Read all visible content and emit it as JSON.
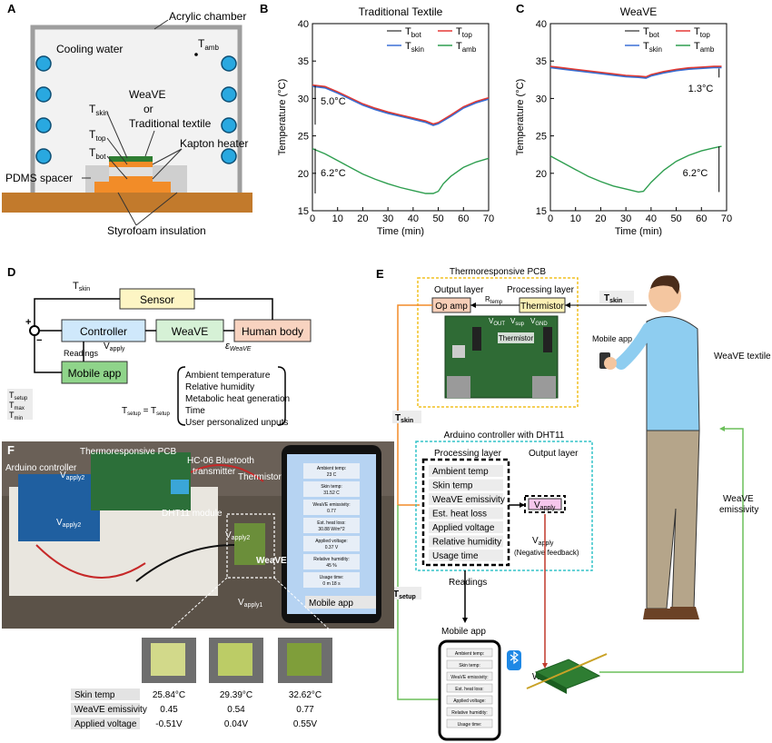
{
  "panels": {
    "A": {
      "letter": "A",
      "acrylic": "Acrylic chamber",
      "cooling": "Cooling water",
      "tamb": "T",
      "tamb_sub": "amb",
      "weave": "WeaVE",
      "or": "or",
      "trad": "Traditional textile",
      "tskin": "T",
      "tskin_sub": "skin",
      "ttop": "T",
      "ttop_sub": "top",
      "tbot": "T",
      "tbot_sub": "bot",
      "kapton": "Kapton heater",
      "pdms": "PDMS spacer",
      "styro": "Styrofoam insulation"
    },
    "B": {
      "letter": "B"
    },
    "C": {
      "letter": "C"
    },
    "D": {
      "letter": "D",
      "tskin": "T",
      "tskin_sub": "skin",
      "sensor": "Sensor",
      "controller": "Controller",
      "weave": "WeaVE",
      "human": "Human body",
      "vapply": "V",
      "vapply_sub": "apply",
      "eps": "ε",
      "eps_sub": "WeaVE",
      "readings": "Readings",
      "mobile": "Mobile app",
      "plus": "+",
      "minus": "−",
      "tsetup": "T",
      "tsetup_sub": "setup",
      "tmax": "T",
      "tmax_sub": "max",
      "tmin": "T",
      "tmin_sub": "min",
      "eq_left": "T",
      "eq_left_sub": "setup",
      "eq_mid": " = T",
      "eq_mid_sub": "setup",
      "list": [
        "Ambient temperature",
        "Relative humidity",
        "Metabolic heat generation",
        "Time",
        "User personalized unputs"
      ]
    },
    "E": {
      "letter": "E",
      "pcb_title": "Thermoresponsive PCB",
      "output_layer": "Output layer",
      "processing_layer": "Processing layer",
      "opamp": "Op amp",
      "thermistor": "Thermistor",
      "rtemp": "R",
      "rtemp_sub": "temp",
      "tskin_bold": "T",
      "tskin_bold_sub": "skin",
      "pcb_vout": "V",
      "pcb_vout_sub": "OUT",
      "pcb_vsup": "V",
      "pcb_vsup_sub": "sup",
      "pcb_vgnd": "V",
      "pcb_vgnd_sub": "GND",
      "pcb_thermistor": "Thermistor",
      "tskin_left": "T",
      "tskin_left_sub": "skin",
      "arduino_title": "Arduino controller with DHT11",
      "proc_layer2": "Processing layer",
      "out_layer2": "Output layer",
      "items": [
        "Ambient temp",
        "Skin temp",
        "WeaVE emissivity",
        "Est. heat loss",
        "Applied voltage",
        "Relative humidity",
        "Usage time"
      ],
      "vapply": "V",
      "vapply_sub": "apply",
      "vapply2": "V",
      "vapply2_sub": "apply",
      "neg_feedback": "(Negative feedback)",
      "readings": "Readings",
      "tsetup": "T",
      "tsetup_sub": "setup",
      "mobile_app": "Mobile app",
      "phone_items": [
        "Ambient temp:",
        "Skin temp:",
        "WeaVE emissivity:",
        "Est. heat loss:",
        "Applied voltage:",
        "Relative humidity:",
        "Usage time:"
      ],
      "weave": "WeaVE",
      "mobile_app_person": "Mobile app",
      "weave_textile": "WeaVE textile",
      "weave_emis1": "WeaVE",
      "weave_emis2": "emissivity"
    },
    "F": {
      "letter": "F",
      "arduino": "Arduino controller",
      "pcb": "Thermoresponsive PCB",
      "hc06a": "HC-06 Bluetooth",
      "hc06b": "transmitter",
      "thermistor": "Thermistor",
      "dht11": "DHT11 module",
      "vapply1": "V",
      "vapply1_sub": "apply1",
      "vapply2": "V",
      "vapply2_sub": "apply2",
      "weave": "WeaVE",
      "mobile_app": "Mobile app",
      "phone": [
        {
          "k": "Ambient temp:",
          "v": "23 C"
        },
        {
          "k": "Skin temp:",
          "v": "31.52 C"
        },
        {
          "k": "WeaVE emissivity:",
          "v": "0.77"
        },
        {
          "k": "Est. heat loss:",
          "v": "30.88 W/m^2"
        },
        {
          "k": "Applied voltage:",
          "v": "0.37 V"
        },
        {
          "k": "Relative humidity:",
          "v": "45 %"
        },
        {
          "k": "Usage time:",
          "v": "0 m 18 s"
        }
      ],
      "table": {
        "rows": [
          {
            "label": "Skin temp",
            "vals": [
              "25.84°C",
              "29.39°C",
              "32.62°C"
            ]
          },
          {
            "label": "WeaVE emissivity",
            "vals": [
              "0.45",
              "0.54",
              "0.77"
            ]
          },
          {
            "label": "Applied voltage",
            "vals": [
              "-0.51V",
              "0.04V",
              "0.55V"
            ]
          }
        ]
      }
    }
  },
  "colors": {
    "tbot": "#555555",
    "ttop": "#e53935",
    "tskin": "#3b6fd6",
    "tamb": "#2e9e4f"
  },
  "chart_data": [
    {
      "type": "line",
      "title": "Traditional Textile",
      "xlabel": "Time (min)",
      "ylabel": "Temperature (°C)",
      "xlim": [
        0,
        70
      ],
      "ylim": [
        15,
        40
      ],
      "xticks": [
        0,
        10,
        20,
        30,
        40,
        50,
        60,
        70
      ],
      "yticks": [
        15,
        20,
        25,
        30,
        35,
        40
      ],
      "legend": [
        {
          "n": "T",
          "s": "bot"
        },
        {
          "n": "T",
          "s": "top"
        },
        {
          "n": "T",
          "s": "skin"
        },
        {
          "n": "T",
          "s": "amb"
        }
      ],
      "legend_position": "top-right",
      "annotations": [
        "5.0°C",
        "6.2°C"
      ],
      "series": [
        {
          "key": "tbot",
          "x": [
            0,
            5,
            10,
            15,
            20,
            25,
            30,
            35,
            40,
            45,
            48,
            50,
            55,
            60,
            65,
            70
          ],
          "y": [
            31.7,
            31.5,
            30.8,
            30.0,
            29.2,
            28.6,
            28.1,
            27.7,
            27.3,
            26.9,
            26.5,
            26.7,
            27.7,
            28.8,
            29.5,
            30.0
          ]
        },
        {
          "key": "ttop",
          "x": [
            0,
            5,
            10,
            15,
            20,
            25,
            30,
            35,
            40,
            45,
            48,
            50,
            55,
            60,
            65,
            70
          ],
          "y": [
            31.8,
            31.6,
            30.9,
            30.1,
            29.3,
            28.7,
            28.2,
            27.8,
            27.4,
            27.0,
            26.6,
            26.8,
            27.8,
            28.9,
            29.6,
            30.1
          ]
        },
        {
          "key": "tskin",
          "x": [
            0,
            5,
            10,
            15,
            20,
            25,
            30,
            35,
            40,
            45,
            48,
            50,
            55,
            60,
            65,
            70
          ],
          "y": [
            31.6,
            31.4,
            30.7,
            29.9,
            29.1,
            28.5,
            28.0,
            27.6,
            27.2,
            26.8,
            26.4,
            26.6,
            27.6,
            28.7,
            29.4,
            29.9
          ]
        },
        {
          "key": "tamb",
          "x": [
            0,
            5,
            10,
            15,
            20,
            25,
            30,
            35,
            40,
            45,
            48,
            50,
            52,
            55,
            60,
            65,
            70
          ],
          "y": [
            23.3,
            22.6,
            21.7,
            20.8,
            19.9,
            19.2,
            18.6,
            18.1,
            17.7,
            17.3,
            17.3,
            17.6,
            18.6,
            19.6,
            20.8,
            21.5,
            22.0
          ]
        }
      ]
    },
    {
      "type": "line",
      "title": "WeaVE",
      "xlabel": "Time (min)",
      "ylabel": "Temperature (°C)",
      "xlim": [
        0,
        70
      ],
      "ylim": [
        15,
        40
      ],
      "xticks": [
        0,
        10,
        20,
        30,
        40,
        50,
        60,
        70
      ],
      "yticks": [
        15,
        20,
        25,
        30,
        35,
        40
      ],
      "legend": [
        {
          "n": "T",
          "s": "bot"
        },
        {
          "n": "T",
          "s": "top"
        },
        {
          "n": "T",
          "s": "skin"
        },
        {
          "n": "T",
          "s": "amb"
        }
      ],
      "legend_position": "top-right",
      "annotations": [
        "1.3°C",
        "6.2°C"
      ],
      "series": [
        {
          "key": "tbot",
          "x": [
            0,
            5,
            10,
            15,
            20,
            25,
            30,
            35,
            38,
            40,
            45,
            50,
            55,
            60,
            65,
            68
          ],
          "y": [
            34.2,
            34.0,
            33.8,
            33.6,
            33.4,
            33.2,
            33.0,
            32.9,
            32.8,
            33.1,
            33.5,
            33.8,
            34.0,
            34.1,
            34.2,
            34.2
          ]
        },
        {
          "key": "ttop",
          "x": [
            0,
            5,
            10,
            15,
            20,
            25,
            30,
            35,
            38,
            40,
            45,
            50,
            55,
            60,
            65,
            68
          ],
          "y": [
            34.3,
            34.1,
            33.9,
            33.7,
            33.5,
            33.3,
            33.1,
            33.0,
            32.9,
            33.2,
            33.6,
            33.9,
            34.1,
            34.2,
            34.3,
            34.3
          ]
        },
        {
          "key": "tskin",
          "x": [
            0,
            5,
            10,
            15,
            20,
            25,
            30,
            35,
            38,
            40,
            45,
            50,
            55,
            60,
            65,
            68
          ],
          "y": [
            34.1,
            33.9,
            33.7,
            33.5,
            33.3,
            33.1,
            32.9,
            32.8,
            32.7,
            33.0,
            33.4,
            33.7,
            33.9,
            34.0,
            34.1,
            34.1
          ]
        },
        {
          "key": "tamb",
          "x": [
            0,
            5,
            10,
            15,
            20,
            25,
            30,
            35,
            37,
            40,
            45,
            50,
            55,
            60,
            65,
            68
          ],
          "y": [
            22.3,
            21.4,
            20.5,
            19.6,
            18.9,
            18.3,
            17.9,
            17.5,
            17.6,
            18.8,
            20.4,
            21.6,
            22.4,
            23.0,
            23.4,
            23.6
          ]
        }
      ]
    }
  ]
}
